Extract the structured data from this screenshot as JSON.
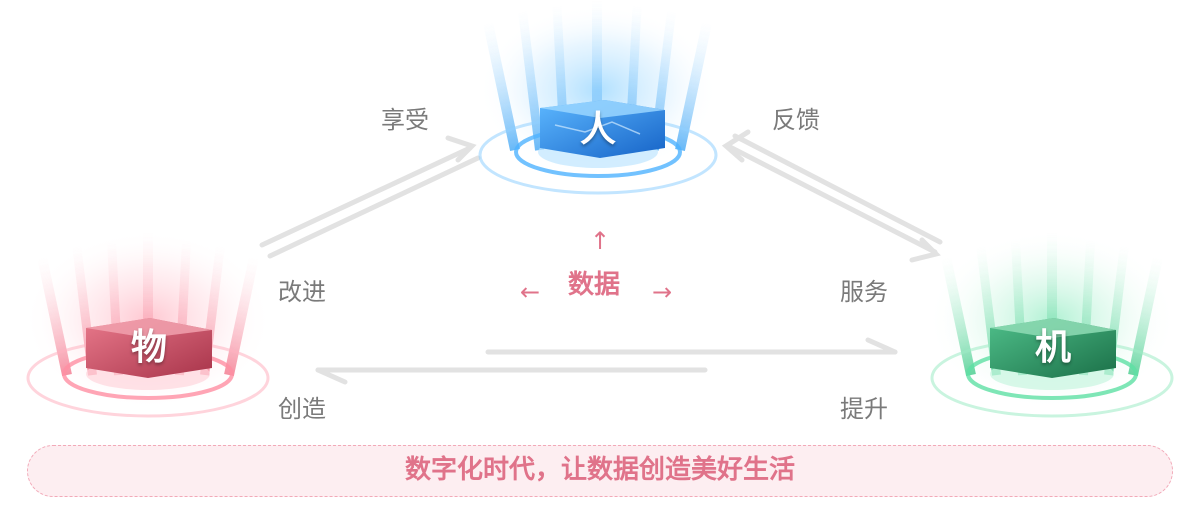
{
  "nodes": {
    "top": {
      "label": "人",
      "color": "#2a8ef0",
      "glow": "#4fb3ff"
    },
    "left": {
      "label": "物",
      "color": "#d9546b",
      "glow": "#ff8fa2"
    },
    "right": {
      "label": "机",
      "color": "#2a9a68",
      "glow": "#5ee0a4"
    }
  },
  "edges": {
    "left_upper_outer": "享受",
    "left_upper_inner": "改进",
    "right_upper_outer": "反馈",
    "right_upper_inner": "服务",
    "bottom_left": "创造",
    "bottom_right": "提升"
  },
  "center": {
    "label": "数据",
    "color": "#e0738a",
    "arrows": [
      "↑",
      "←",
      "→"
    ]
  },
  "slogan": {
    "text": "数字化时代，让数据创造美好生活",
    "color": "#e0738a",
    "background": "#fdeef1",
    "border": "#f2a9b8"
  }
}
